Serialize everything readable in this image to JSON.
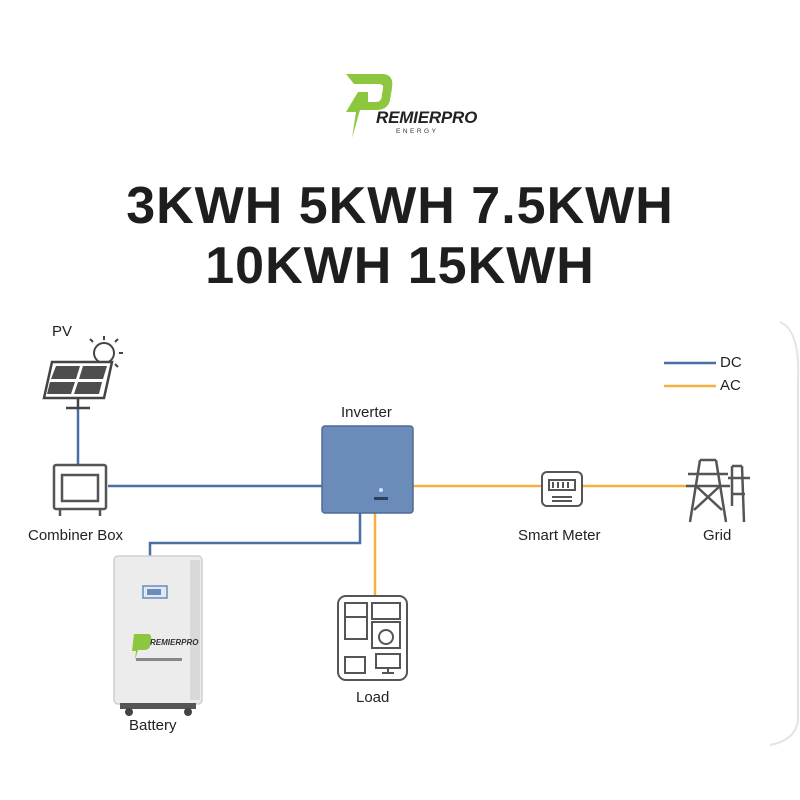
{
  "brand": {
    "name": "REMIERPRO",
    "tagline": "ENERGY",
    "logo_color": "#8dc63f"
  },
  "headline": {
    "line1": "3KWH 5KWH 7.5KWH",
    "line2": "10KWH 15KWH"
  },
  "legend": {
    "dc": {
      "label": "DC",
      "color": "#4a6fa5"
    },
    "ac": {
      "label": "AC",
      "color": "#f5b041"
    }
  },
  "components": {
    "pv": "PV",
    "combiner_box": "Combiner Box",
    "inverter": "Inverter",
    "smart_meter": "Smart Meter",
    "grid": "Grid",
    "battery": "Battery",
    "load": "Load"
  }
}
